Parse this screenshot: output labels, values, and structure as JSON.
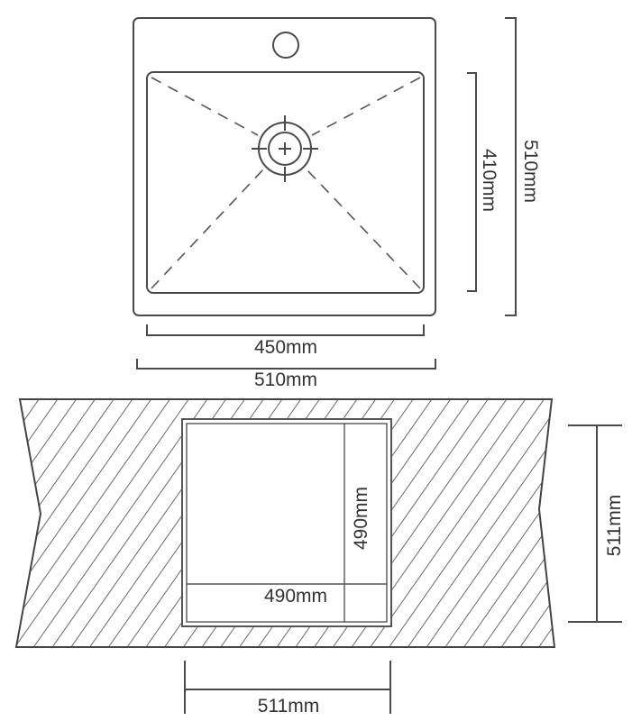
{
  "top_view": {
    "inner_width_label": "450mm",
    "outer_width_label": "510mm",
    "inner_depth_label": "410mm",
    "outer_depth_label": "510mm"
  },
  "cutout_view": {
    "inner_height_label": "490mm",
    "inner_width_label": "490mm",
    "cutout_height_label": "511mm",
    "cutout_width_label": "511mm"
  },
  "colors": {
    "line": "#4a4a4a",
    "background": "#ffffff"
  }
}
